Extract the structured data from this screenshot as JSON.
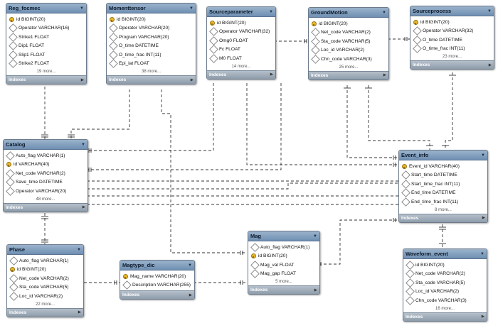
{
  "tables": {
    "reg_focmec": {
      "name": "Reg_focmec",
      "columns": [
        {
          "icon": "key-icon",
          "text": "id BIGINT(20)"
        },
        {
          "icon": "diamond-icon",
          "text": "Operator VARCHAR(16)"
        },
        {
          "icon": "diamond-icon",
          "text": "Strike1 FLOAT"
        },
        {
          "icon": "diamond-icon",
          "text": "Dip1 FLOAT"
        },
        {
          "icon": "diamond-icon",
          "text": "Slip1 FLOAT"
        },
        {
          "icon": "diamond-icon",
          "text": "Strike2 FLOAT"
        }
      ],
      "more": "19 more...",
      "indexes": "Indexes"
    },
    "momenttensor": {
      "name": "Momenttensor",
      "columns": [
        {
          "icon": "key-icon",
          "text": "id BIGINT(20)"
        },
        {
          "icon": "diamond-icon",
          "text": "Operator VARCHAR(20)"
        },
        {
          "icon": "diamond-icon",
          "text": "Program VARCHAR(20)"
        },
        {
          "icon": "diamond-icon",
          "text": "O_time DATETIME"
        },
        {
          "icon": "diamond-icon",
          "text": "O_time_frac INT(11)"
        },
        {
          "icon": "diamond-icon",
          "text": "Epi_lat FLOAT"
        }
      ],
      "more": "38 more...",
      "indexes": "Indexes"
    },
    "sourceparameter": {
      "name": "Sourceparameter",
      "columns": [
        {
          "icon": "key-icon",
          "text": "id BIGINT(20)"
        },
        {
          "icon": "diamond-icon",
          "text": "Operator VARCHAR(32)"
        },
        {
          "icon": "diamond-icon",
          "text": "Omg0 FLOAT"
        },
        {
          "icon": "diamond-icon",
          "text": "Fc FLOAT"
        },
        {
          "icon": "diamond-icon",
          "text": "M0 FLOAT"
        }
      ],
      "more": "14 more...",
      "indexes": "Indexes"
    },
    "groundmotion": {
      "name": "GroundMotion",
      "columns": [
        {
          "icon": "key-icon",
          "text": "id BIGINT(20)"
        },
        {
          "icon": "diamond-icon",
          "text": "Net_code VARCHAR(2)"
        },
        {
          "icon": "diamond-icon",
          "text": "Sta_code VARCHAR(5)"
        },
        {
          "icon": "diamond-icon",
          "text": "Loc_id VARCHAR(2)"
        },
        {
          "icon": "diamond-icon",
          "text": "Chn_code VARCHAR(3)"
        }
      ],
      "more": "25 more...",
      "indexes": "Indexes"
    },
    "sourceprocess": {
      "name": "Sourceprocess",
      "columns": [
        {
          "icon": "key-icon",
          "text": "id BIGINT(20)"
        },
        {
          "icon": "diamond-icon",
          "text": "Operator VARCHAR(32)"
        },
        {
          "icon": "diamond-icon",
          "text": "O_time DATETIME"
        },
        {
          "icon": "diamond-icon",
          "text": "O_time_frac INT(11)"
        }
      ],
      "more": "23 more...",
      "indexes": "Indexes"
    },
    "catalog": {
      "name": "Catalog",
      "columns": [
        {
          "icon": "diamond-icon",
          "text": "Auto_flag VARCHAR(1)"
        },
        {
          "icon": "key-icon",
          "text": "id VARCHAR(40)"
        },
        {
          "icon": "diamond-icon",
          "text": "Net_code VARCHAR(2)"
        },
        {
          "icon": "diamond-icon",
          "text": "Save_time DATETIME"
        },
        {
          "icon": "diamond-icon",
          "text": "Operator VARCHAR(20)"
        }
      ],
      "more": "48 more...",
      "indexes": "Indexes"
    },
    "event_info": {
      "name": "Event_info",
      "columns": [
        {
          "icon": "key-icon",
          "text": "Event_id VARCHAR(40)"
        },
        {
          "icon": "diamond-icon",
          "text": "Start_time DATETIME"
        },
        {
          "icon": "diamond-icon",
          "text": "Start_time_frac INT(11)"
        },
        {
          "icon": "diamond-icon",
          "text": "End_time DATETIME"
        },
        {
          "icon": "diamond-icon",
          "text": "End_time_frac INT(11)"
        }
      ],
      "more": "8 more...",
      "indexes": "Indexes"
    },
    "mag": {
      "name": "Mag",
      "columns": [
        {
          "icon": "diamond-icon",
          "text": "Auto_flag VARCHAR(1)"
        },
        {
          "icon": "key-icon",
          "text": "id BIGINT(20)"
        },
        {
          "icon": "diamond-icon",
          "text": "Mag_val FLOAT"
        },
        {
          "icon": "diamond-icon",
          "text": "Mag_gap FLOAT"
        }
      ],
      "more": "5 more...",
      "indexes": "Indexes"
    },
    "phase": {
      "name": "Phase",
      "columns": [
        {
          "icon": "diamond-icon",
          "text": "Auto_flag VARCHAR(1)"
        },
        {
          "icon": "key-icon",
          "text": "id BIGINT(20)"
        },
        {
          "icon": "diamond-icon",
          "text": "Net_code VARCHAR(2)"
        },
        {
          "icon": "diamond-icon",
          "text": "Sta_code VARCHAR(5)"
        },
        {
          "icon": "diamond-icon",
          "text": "Loc_id VARCHAR(2)"
        }
      ],
      "more": "22 more...",
      "indexes": "Indexes"
    },
    "magtype_dic": {
      "name": "Magtype_dic",
      "columns": [
        {
          "icon": "key-icon",
          "text": "Mag_name VARCHAR(20)"
        },
        {
          "icon": "diamond-icon",
          "text": "Description VARCHAR(255)"
        }
      ],
      "more": "",
      "indexes": "Indexes"
    },
    "waveform_event": {
      "name": "Waveform_event",
      "columns": [
        {
          "icon": "diamond-icon",
          "text": "id BIGINT(20)"
        },
        {
          "icon": "diamond-icon",
          "text": "Net_code VARCHAR(2)"
        },
        {
          "icon": "diamond-icon",
          "text": "Sta_code VARCHAR(5)"
        },
        {
          "icon": "diamond-icon",
          "text": "Loc_id VARCHAR(2)"
        },
        {
          "icon": "diamond-icon",
          "text": "Chn_code VARCHAR(3)"
        }
      ],
      "more": "16 more...",
      "indexes": "Indexes"
    }
  },
  "colors": {
    "header": "#7f9fc0",
    "line": "#333333",
    "key": "#e9b82c"
  }
}
